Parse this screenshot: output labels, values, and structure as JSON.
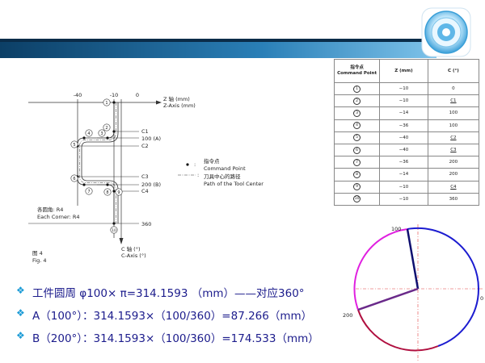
{
  "header": {
    "logo_icon": "globe-network-logo",
    "bar_colors": [
      "#0a2c49",
      "#2a7fb7",
      "#7ec3ea"
    ]
  },
  "figure": {
    "z_axis_label_cn": "Z 轴 (mm)",
    "z_axis_label_en": "Z-Axis (mm)",
    "c_axis_label_cn": "C 轴 (°)",
    "c_axis_label_en": "C-Axis (°)",
    "z_ticks": [
      "-40",
      "-10",
      "0"
    ],
    "c_labels": [
      "C1",
      "100 (A)",
      "C2",
      "C3",
      "200 (B)",
      "C4",
      "360"
    ],
    "corner_cn": "各圆角: R4",
    "corner_en": "Each Corner: R4",
    "fig_cn": "图 4",
    "fig_en": "Fig. 4",
    "point_numbers": [
      "1",
      "2",
      "3",
      "4",
      "5",
      "6",
      "7",
      "8",
      "9",
      "10"
    ],
    "legend": {
      "point_cn": "指令点",
      "point_en": "Command Point",
      "path_cn": "刀具中心的路径",
      "path_en": "Path of the Tool Center"
    }
  },
  "table": {
    "headers": [
      {
        "cn": "指令点",
        "en": "Command Point"
      },
      {
        "label": "Z (mm)"
      },
      {
        "label": "C (°)"
      }
    ],
    "rows": [
      {
        "point": "1",
        "z": "−10",
        "c": "0",
        "ul": false
      },
      {
        "point": "2",
        "z": "−10",
        "c": "C1",
        "ul": true
      },
      {
        "point": "3",
        "z": "−14",
        "c": "100",
        "ul": false
      },
      {
        "point": "4",
        "z": "−36",
        "c": "100",
        "ul": false
      },
      {
        "point": "5",
        "z": "−40",
        "c": "C2",
        "ul": true
      },
      {
        "point": "6",
        "z": "−40",
        "c": "C3",
        "ul": true
      },
      {
        "point": "7",
        "z": "−36",
        "c": "200",
        "ul": false
      },
      {
        "point": "8",
        "z": "−14",
        "c": "200",
        "ul": false
      },
      {
        "point": "9",
        "z": "−10",
        "c": "C4",
        "ul": true
      },
      {
        "point": "10",
        "z": "−10",
        "c": "360",
        "ul": false
      }
    ]
  },
  "bullets": [
    {
      "text": "工件圆周 φ100× π=314.1593 （mm）——对应360°"
    },
    {
      "text": "A（100°）：314.1593×（100/360）=87.266（mm）"
    },
    {
      "text": "B（200°）：314.1593×（100/360）=174.533（mm）"
    }
  ],
  "circle": {
    "labels": {
      "a": "100",
      "b": "200",
      "zero": "0"
    },
    "colors": {
      "magenta": "#e020e0",
      "blue": "#1c1cd0",
      "red": "#b01040",
      "radius_a": "#101070",
      "radius_b": "#6a2a8a"
    }
  }
}
